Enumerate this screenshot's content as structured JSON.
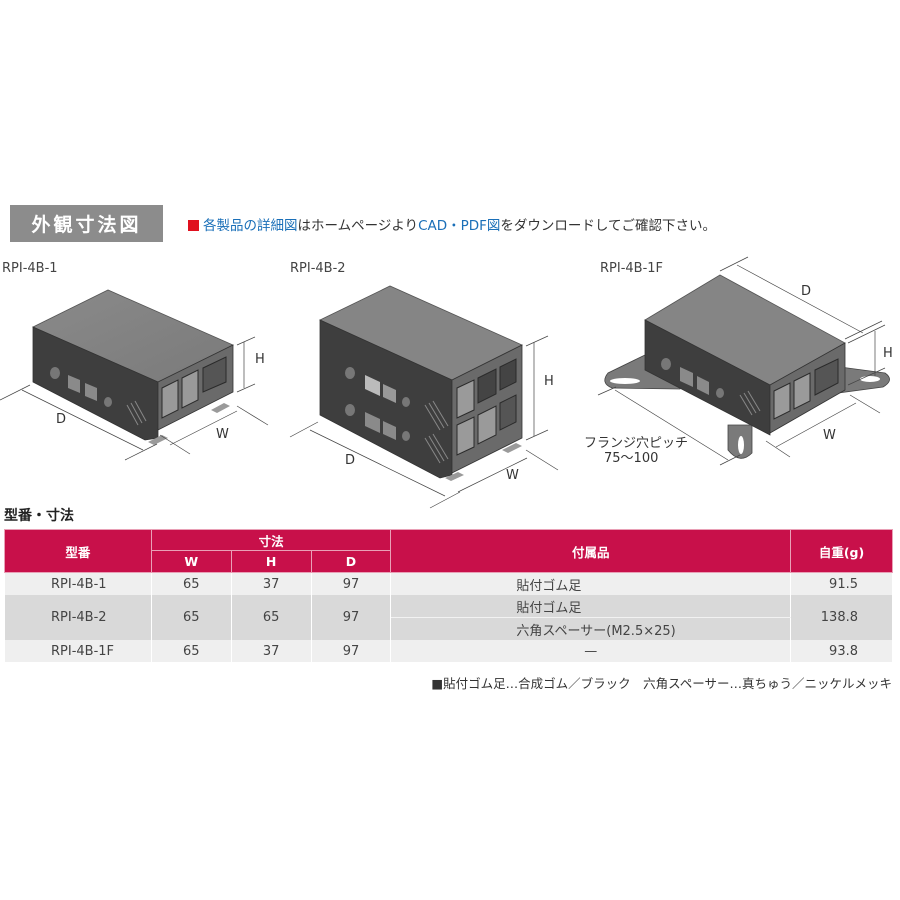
{
  "header": {
    "section_title": "外観寸法図",
    "notice": {
      "bullet_color": "#e0101e",
      "part1": "各製品の詳細図",
      "part2": "はホームページより",
      "part3": "CAD・PDF図",
      "part4": "をダウンロードしてご確認下さい。",
      "link_color": "#1a6fb8"
    }
  },
  "drawings": [
    {
      "model": "RPI-4B-1",
      "labels": {
        "w": "W",
        "h": "H",
        "d": "D"
      }
    },
    {
      "model": "RPI-4B-2",
      "labels": {
        "w": "W",
        "h": "H",
        "d": "D"
      }
    },
    {
      "model": "RPI-4B-1F",
      "labels": {
        "w": "W",
        "h": "H",
        "d": "D"
      },
      "flange_note_line1": "フランジ穴ピッチ",
      "flange_note_line2": "75〜100"
    }
  ],
  "table": {
    "title": "型番・寸法",
    "header_color": "#c8104a",
    "headers": {
      "model": "型番",
      "dimensions": "寸法",
      "w": "W",
      "h": "H",
      "d": "D",
      "accessories": "付属品",
      "weight": "自重(g)"
    },
    "rows": [
      {
        "model": "RPI-4B-1",
        "w": "65",
        "h": "37",
        "d": "97",
        "accessories": [
          "貼付ゴム足"
        ],
        "weight": "91.5"
      },
      {
        "model": "RPI-4B-2",
        "w": "65",
        "h": "65",
        "d": "97",
        "accessories": [
          "貼付ゴム足",
          "六角スペーサー(M2.5×25)"
        ],
        "weight": "138.8"
      },
      {
        "model": "RPI-4B-1F",
        "w": "65",
        "h": "37",
        "d": "97",
        "accessories": [
          "—"
        ],
        "weight": "93.8"
      }
    ]
  },
  "footnote": "■貼付ゴム足…合成ゴム／ブラック　六角スペーサー…真ちゅう／ニッケルメッキ"
}
